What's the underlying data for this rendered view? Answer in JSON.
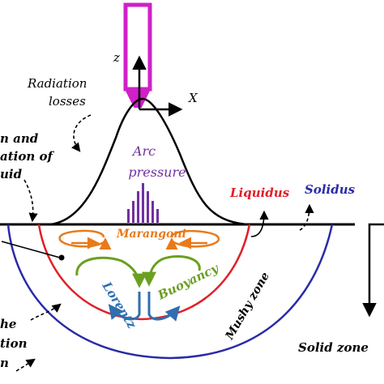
{
  "labels": {
    "axis_z": "z",
    "axis_x": "X",
    "radiation_line1": "Radiation",
    "radiation_line2": "losses",
    "cut_left_1": "n and",
    "cut_left_2": "ation of",
    "cut_left_3": "uid",
    "arc_line1": "Arc",
    "arc_line2": "pressure",
    "liquidus": "Liquidus",
    "solidus": "Solidus",
    "marangoni": "Marangoni",
    "lorentz": "Lorentz",
    "buoyancy": "Buoyancy",
    "mushy_zone": "Mushy zone",
    "solid_zone": "Solid zone",
    "cut_bottom_1": "he",
    "cut_bottom_2": "tion",
    "cut_bottom_3": "n"
  },
  "colors": {
    "torch": "#d020c8",
    "arc_bars": "#7030a0",
    "arc_text": "#7030a0",
    "liquidus": "#e0202a",
    "solidus": "#2a2aa8",
    "marangoni": "#e87a1a",
    "lorentz": "#2f6fb0",
    "buoyancy": "#6aa020",
    "outline": "#000000"
  }
}
